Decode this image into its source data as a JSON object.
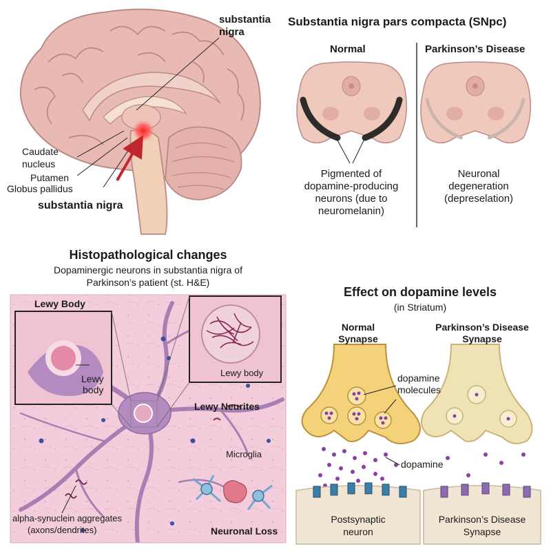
{
  "brain": {
    "label_sn_top_line1": "substantia",
    "label_sn_top_line2": "nigra",
    "label_caudate_line1": "Caudate",
    "label_caudate_line2": "nucleus",
    "label_putamen": "Putamen",
    "label_globus": "Globus pallidus",
    "label_sn_bottom": "substantia nigra"
  },
  "snpc": {
    "title": "Substantia nigra pars compacta (SNpc)",
    "normal": {
      "heading": "Normal",
      "caption": [
        "Pigmented of",
        "dopamine-producing",
        "neurons (due to",
        "neuromelanin)"
      ]
    },
    "pd": {
      "heading": "Parkinson’s Disease",
      "caption": [
        "Neuronal",
        "degeneration",
        "(depreselation)"
      ]
    }
  },
  "histo": {
    "title": "Histopathological changes",
    "subtitle_line1": "Dopaminergic neurons in substantia nigra of",
    "subtitle_line2": "Parkinson’s patient (st. H&E)",
    "lewy_body_heading": "Lewy Body",
    "lewy_inset_line1": "Lewy",
    "lewy_inset_line2": "body",
    "lewy_zoom_label": "Lewy body",
    "lewy_neurites": "Lewy Neurites",
    "microglia": "Microglia",
    "alpha_line1": "alpha-synuclein aggregates",
    "alpha_line2": "(axons/dendrites)",
    "neuronal_loss": "Neuronal Loss"
  },
  "dopamine": {
    "title": "Effect on dopamine levels",
    "subtitle": "(in Striatum)",
    "normal_line1": "Normal",
    "normal_line2": "Synapse",
    "pd_line1": "Parkinson’s Disease",
    "pd_line2": "Synapse",
    "molecules_line1": "dopamine",
    "molecules_line2": "molecules",
    "dopamine_label": "dopamine",
    "post_line1": "Postsynaptic",
    "post_line2": "neuron",
    "pd_bottom_line1": "Parkinson’s Disease",
    "pd_bottom_line2": "Synapse"
  },
  "colors": {
    "brain": "#e9b9b3",
    "brain_dark": "#b98a86",
    "stem": "#f2d0b8",
    "tissue": "#f2c9d6",
    "neuron": "#a97fb3",
    "terminal": "#f3d27a",
    "terminal_pd": "#efe2b5",
    "vesicle_dot": "#8b3fa6",
    "receptor": "#3b7ea8",
    "receptor_pd": "#8d6bb0",
    "arrow_red": "#c0272d"
  }
}
